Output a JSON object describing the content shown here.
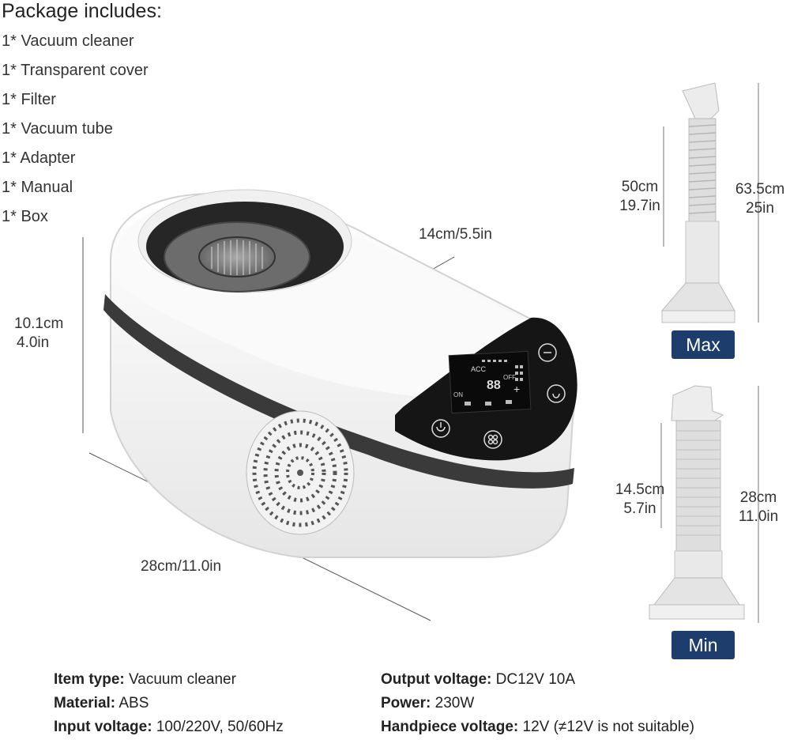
{
  "package": {
    "title": "Package includes:",
    "items": [
      "1* Vacuum cleaner",
      "1* Transparent cover",
      "1* Filter",
      "1* Vacuum tube",
      "1* Adapter",
      "1* Manual",
      "1* Box"
    ]
  },
  "dimensions": {
    "depth": "14cm/5.5in",
    "height_cm": "10.1cm",
    "height_in": "4.0in",
    "length": "28cm/11.0in"
  },
  "tubes": {
    "max": {
      "label": "Max",
      "inner_cm": "50cm",
      "inner_in": "19.7in",
      "outer_cm": "63.5cm",
      "outer_in": "25in"
    },
    "min": {
      "label": "Min",
      "inner_cm": "14.5cm",
      "inner_in": "5.7in",
      "outer_cm": "28cm",
      "outer_in": "11.0in"
    }
  },
  "specs": {
    "left": [
      {
        "label": "Item type:",
        "value": " Vacuum cleaner"
      },
      {
        "label": "Material:",
        "value": " ABS"
      },
      {
        "label": "Input voltage:",
        "value": " 100/220V, 50/60Hz"
      }
    ],
    "right": [
      {
        "label": "Output voltage:",
        "value": " DC12V 10A"
      },
      {
        "label": "Power:",
        "value": " 230W"
      },
      {
        "label": "Handpiece voltage:",
        "value": " 12V (≠12V is not suitable)"
      }
    ]
  },
  "display": {
    "digits": "88",
    "on_label": "ON",
    "off_label": "OFF"
  },
  "colors": {
    "tag_blue": "#1d3d6c",
    "body_white": "#f4f4f4",
    "panel_black": "#151515",
    "stripe": "#3a3a3a"
  }
}
